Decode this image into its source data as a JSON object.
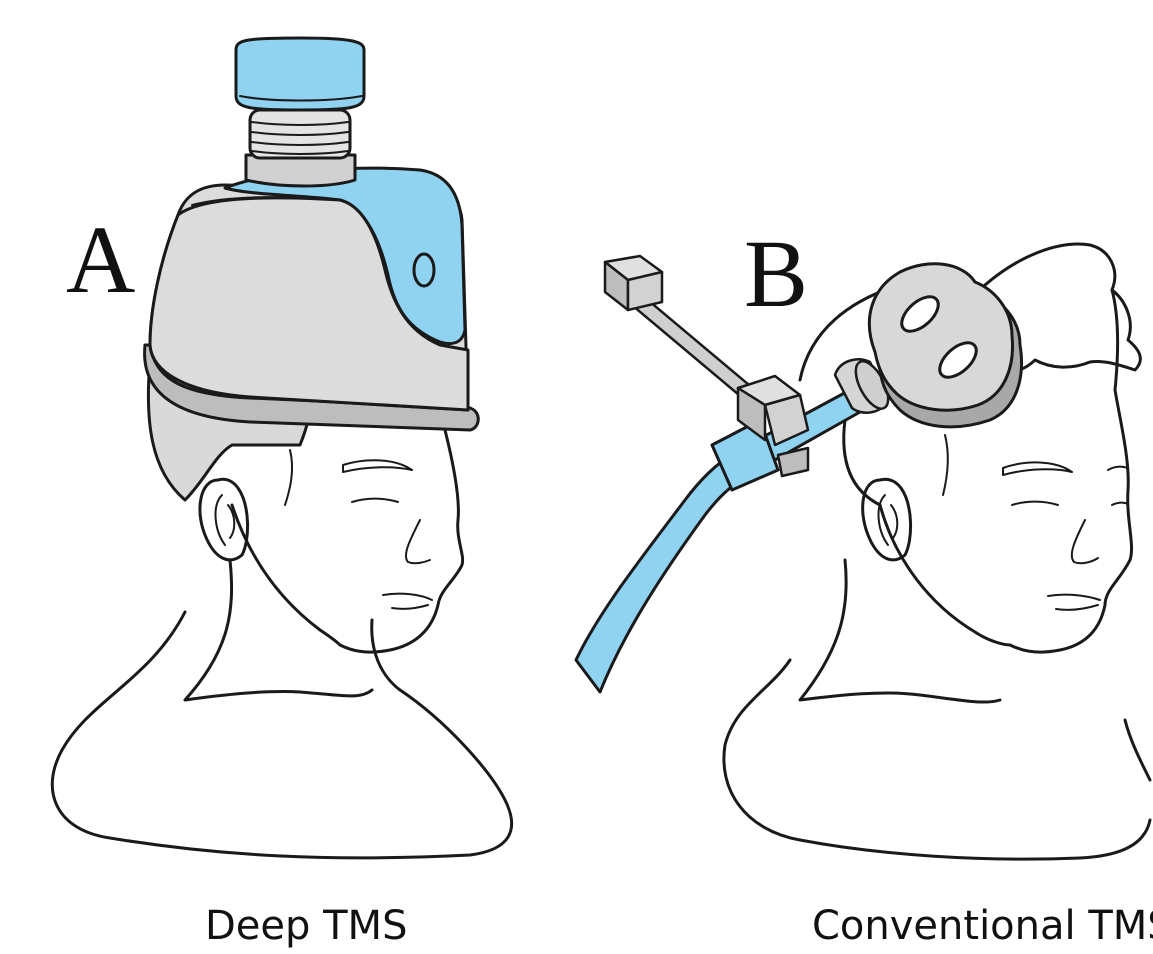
{
  "figure": {
    "panel_a": {
      "letter": "A",
      "caption": "Deep TMS"
    },
    "panel_b": {
      "letter": "B",
      "caption": "Conventional TMS"
    }
  },
  "colors": {
    "device_blue": "#8fd3f1",
    "device_gray": "#d9d9d9",
    "device_gray_dark": "#bdbdbd",
    "outline": "#1a1a1a",
    "background": "#ffffff"
  }
}
